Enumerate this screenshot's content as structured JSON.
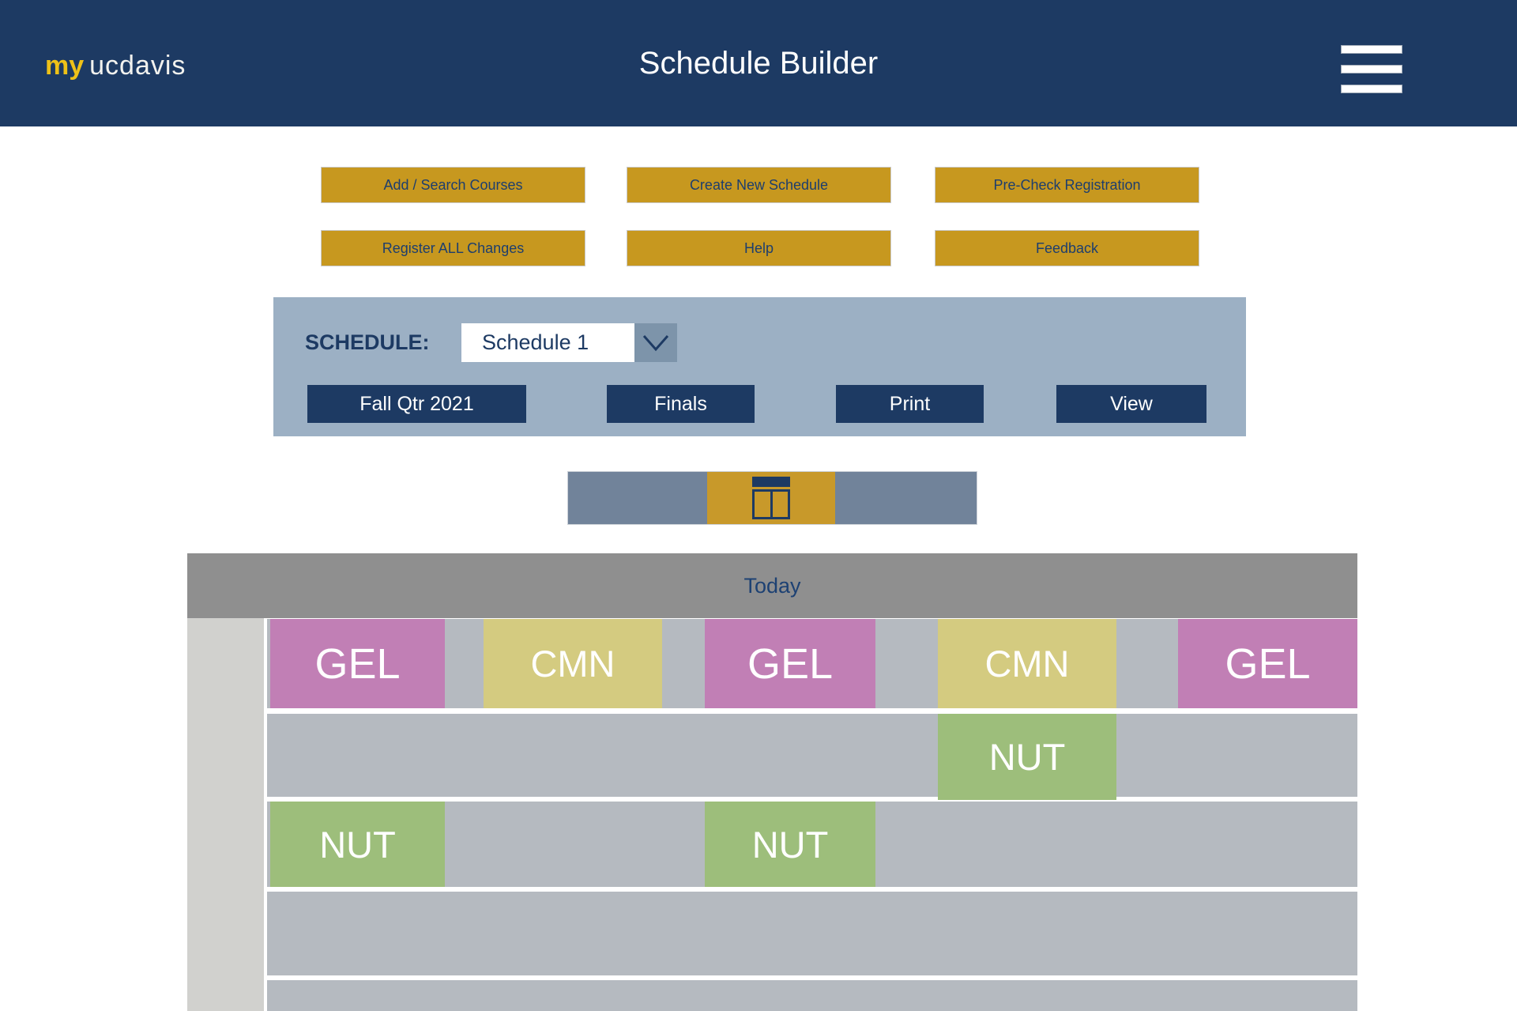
{
  "header": {
    "logo_bold": "my",
    "logo_rest": "ucdavis",
    "title": "Schedule Builder"
  },
  "icons": {
    "menu": "hamburger-icon",
    "schedule_dropdown": "chevron-down-icon",
    "view_toggle": "week-view-calendar-icon"
  },
  "action_buttons": [
    {
      "label": "Add / Search Courses"
    },
    {
      "label": "Create New Schedule"
    },
    {
      "label": "Pre-Check Registration"
    },
    {
      "label": "Register ALL Changes"
    },
    {
      "label": "Help"
    },
    {
      "label": "Feedback"
    }
  ],
  "panel": {
    "label": "SCHEDULE:",
    "selected_schedule": "Schedule 1",
    "buttons": [
      {
        "label": "Fall Qtr 2021"
      },
      {
        "label": "Finals"
      },
      {
        "label": "Print"
      },
      {
        "label": "View"
      }
    ]
  },
  "calendar": {
    "day_header": "Today",
    "events": [
      {
        "label": "GEL",
        "color": "#c17fb5"
      },
      {
        "label": "CMN",
        "color": "#d4cb80"
      },
      {
        "label": "GEL",
        "color": "#c17fb5"
      },
      {
        "label": "CMN",
        "color": "#d4cb80"
      },
      {
        "label": "GEL",
        "color": "#c17fb5"
      },
      {
        "label": "NUT",
        "color": "#9dbe7b"
      },
      {
        "label": "NUT",
        "color": "#9dbe7b"
      },
      {
        "label": "NUT",
        "color": "#9dbe7b"
      }
    ]
  },
  "colors": {
    "header_navy": "#1d3a63",
    "gold": "#c7981f",
    "panel_blue": "#9cb0c4",
    "navy_button": "#1d3a63",
    "toolbar_slate": "#71839a",
    "today_gray": "#8f8f8f",
    "gutter_gray": "#d1d1ce",
    "row_gray": "#b5bac0"
  }
}
